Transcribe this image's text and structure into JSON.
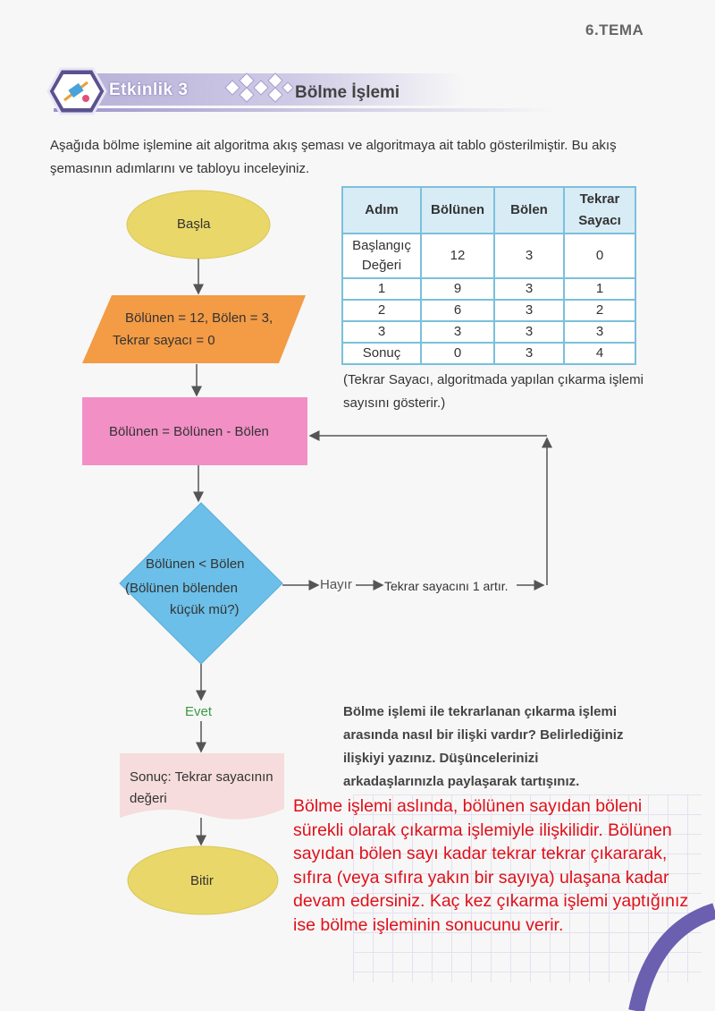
{
  "header": {
    "section": "6.TEMA",
    "activity_label": "Etkinlik 3",
    "activity_title": "Bölme İşlemi"
  },
  "intro": "Aşağıda bölme işlemine ait algoritma akış şeması ve algoritmaya ait tablo gösterilmiştir. Bu akış şemasının adımlarını ve tabloyu inceleyiniz.",
  "table": {
    "headers": [
      "Adım",
      "Bölünen",
      "Bölen",
      "Tekrar Sayacı"
    ],
    "rows": [
      [
        "Başlangıç Değeri",
        "12",
        "3",
        "0"
      ],
      [
        "1",
        "9",
        "3",
        "1"
      ],
      [
        "2",
        "6",
        "3",
        "2"
      ],
      [
        "3",
        "3",
        "3",
        "3"
      ],
      [
        "Sonuç",
        "0",
        "3",
        "4"
      ]
    ],
    "note": "(Tekrar Sayacı, algoritmada yapılan çıkarma işlemi sayısını gösterir.)"
  },
  "flowchart": {
    "start": "Başla",
    "input_line1": "Bölünen = 12, Bölen = 3,",
    "input_line2": "Tekrar sayacı = 0",
    "process": "Bölünen = Bölünen - Bölen",
    "decision_line1": "Bölünen < Bölen",
    "decision_line2": "(Bölünen bölenden",
    "decision_line3": "küçük mü?)",
    "no_label": "Hayır",
    "increment": "Tekrar sayacını 1 artır.",
    "yes_label": "Evet",
    "result_line1": "Sonuç: Tekrar sayacının",
    "result_line2": "değeri",
    "end": "Bitir"
  },
  "question": "Bölme işlemi ile tekrarlanan çıkarma işlemi arasında nasıl bir ilişki vardır? Belirlediğiniz ilişkiyi yazınız. Düşüncelerinizi arkadaşlarınızla paylaşarak tartışınız.",
  "answer": "Bölme işlemi aslında, bölünen sayıdan böleni sürekli olarak çıkarma işlemiyle ilişkilidir. Bölünen sayıdan bölen sayı kadar tekrar tekrar çıkararak, sıfıra (veya sıfıra yakın bir sayıya) ulaşana kadar devam edersiniz. Kaç kez çıkarma işlemi yaptığınız ise bölme işleminin sonucunu verir.",
  "colors": {
    "terminal": "#e9d769",
    "input": "#f39b45",
    "process": "#f28fc5",
    "decision": "#6bbfe8",
    "result": "#f6dcdc",
    "answer_text": "#e0101a",
    "yes_text": "#3c9a46"
  }
}
